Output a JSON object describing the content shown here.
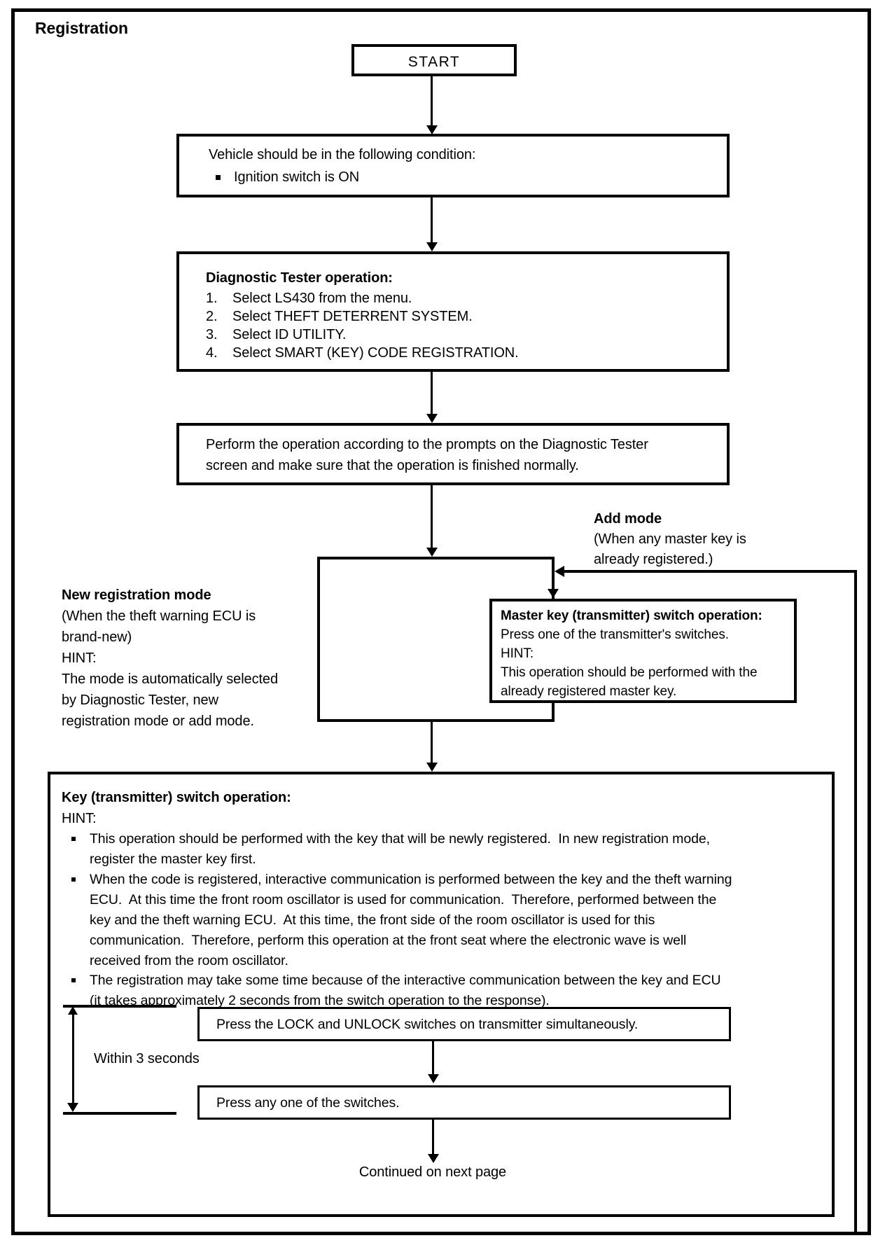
{
  "page": {
    "title": "Registration",
    "ink": "#000000",
    "paper": "#ffffff"
  },
  "flow": {
    "start": {
      "label": "START"
    },
    "vehicle_box": {
      "intro": "Vehicle should be in the following condition:",
      "bullet": "Ignition switch is ON"
    },
    "diagnostic_box": {
      "heading": "Diagnostic Tester operation:",
      "items": [
        {
          "num": "1.",
          "text": "Select LS430 from the menu."
        },
        {
          "num": "2.",
          "text": "Select THEFT DETERRENT SYSTEM."
        },
        {
          "num": "3.",
          "text": "Select ID UTILITY."
        },
        {
          "num": "4.",
          "text": "Select SMART (KEY) CODE REGISTRATION."
        }
      ]
    },
    "perform_box": {
      "lines": [
        "Perform the operation according to the prompts on the Diagnostic Tester",
        "screen and make sure that the operation is finished normally."
      ]
    },
    "add_mode_label": {
      "title": "Add mode",
      "lines": [
        "(When any master key is",
        "already registered.)"
      ]
    },
    "new_registration_label": {
      "title": "New registration mode",
      "lines": [
        "(When the theft warning ECU is",
        "brand-new)",
        "HINT:",
        "The mode is automatically selected",
        "by Diagnostic Tester, new",
        "registration mode or add mode."
      ]
    },
    "master_key_box": {
      "heading": "Master key (transmitter) switch operation:",
      "lines": [
        "Press one of the transmitter's switches.",
        "HINT:",
        "This operation should be performed with the",
        "already registered master key."
      ]
    },
    "key_box": {
      "heading": "Key (transmitter) switch operation:",
      "hint": "HINT:",
      "bullets": [
        {
          "lines": [
            "This operation should be performed with the key that will be newly registered.  In new registration mode,",
            "register the master key first."
          ]
        },
        {
          "lines": [
            "When the code is registered, interactive communication is performed between the key and the theft warning",
            "ECU.  At this time the front room oscillator is used for communication.  Therefore, performed between the",
            "key and the theft warning ECU.  At this time, the front side of the room oscillator is used for this",
            "communication.  Therefore, perform this operation at the front seat where the electronic wave is well",
            "received from the room oscillator."
          ]
        },
        {
          "lines": [
            "The registration may take some time because of the interactive communication between the key and ECU",
            "(it takes approximately 2 seconds from the switch operation to the response)."
          ]
        }
      ],
      "lock_unlock_box": {
        "text": "Press the LOCK and UNLOCK switches on transmitter simultaneously."
      },
      "within_label": "Within 3 seconds",
      "any_switch_box": {
        "text": "Press any one of the switches."
      },
      "continued_label": "Continued on next page"
    }
  }
}
